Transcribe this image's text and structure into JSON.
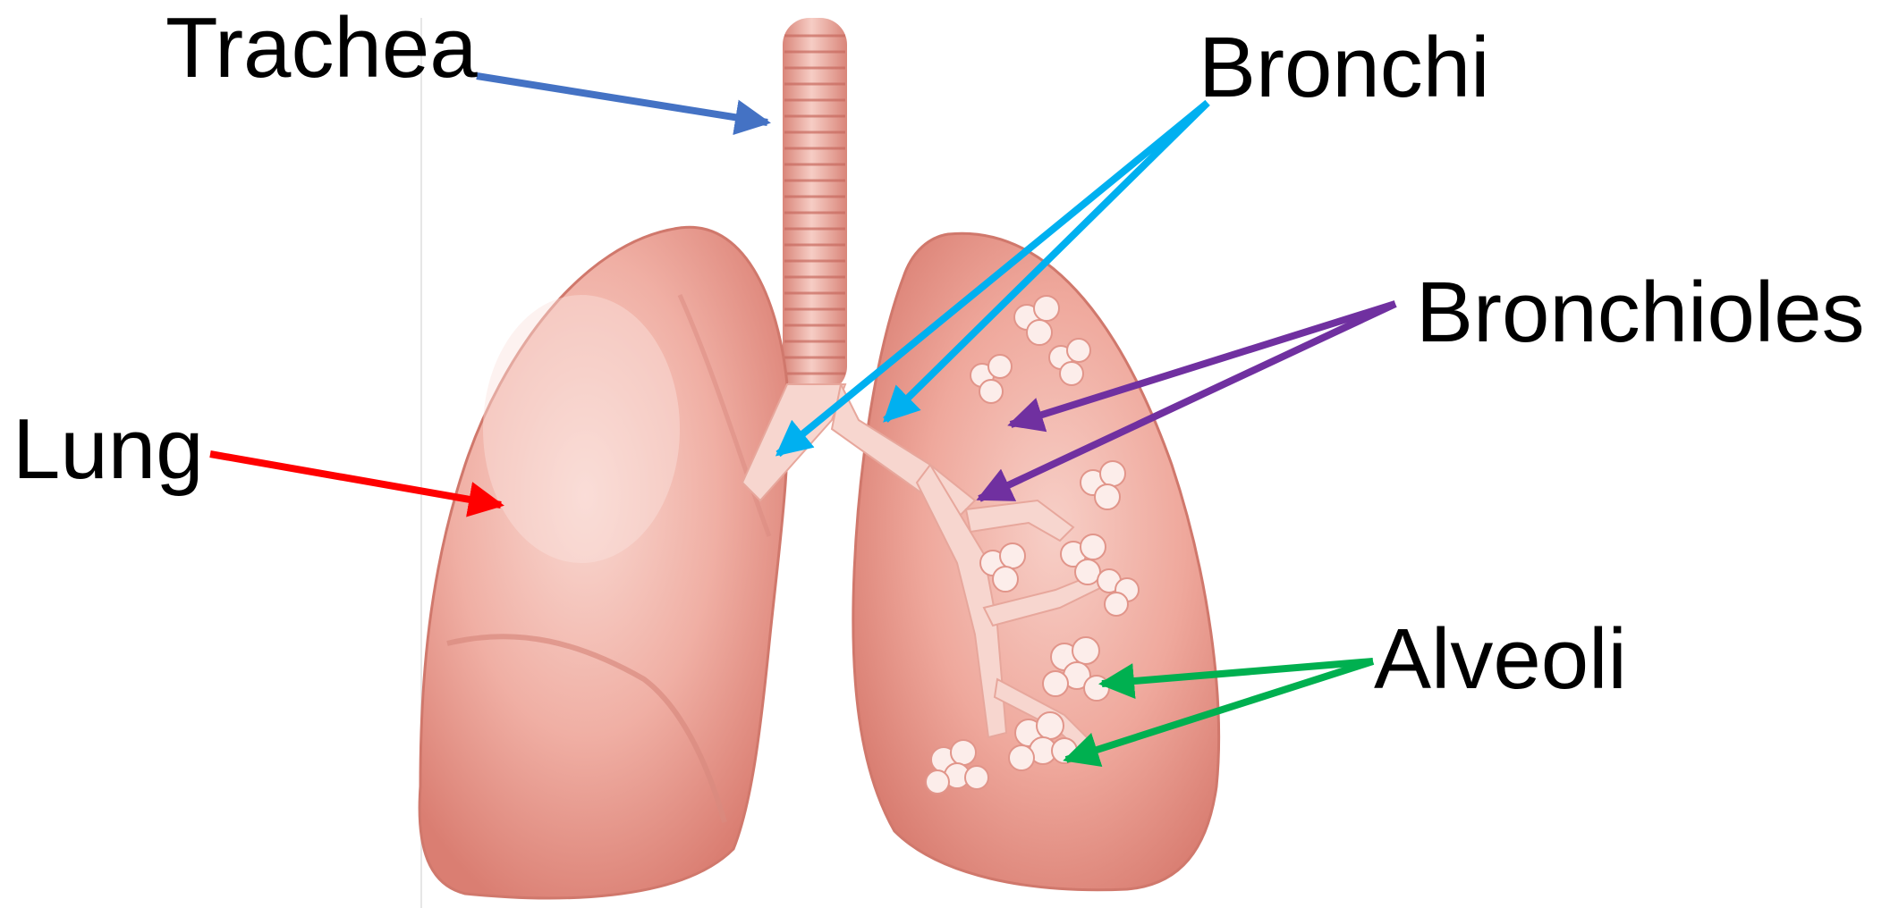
{
  "labels": {
    "trachea": "Trachea",
    "bronchi": "Bronchi",
    "bronchioles": "Bronchioles",
    "lung": "Lung",
    "alveoli": "Alveoli"
  },
  "colors": {
    "trachea_arrow": "#4472C4",
    "bronchi_arrow": "#00B0F0",
    "bronchioles_arrow": "#7030A0",
    "lung_arrow": "#FF0000",
    "alveoli_arrow": "#00B050",
    "lung_tissue": "#E8948A",
    "lung_highlight": "#F7D3CC",
    "alveoli_fill": "#FBE9E6"
  },
  "icons": {
    "illustration": "lungs-illustration"
  }
}
